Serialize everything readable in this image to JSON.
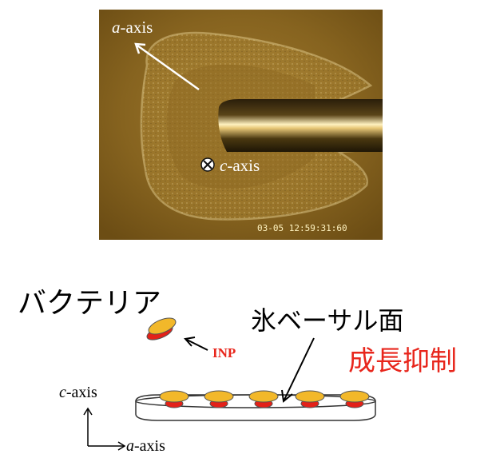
{
  "photo": {
    "a_axis_label": {
      "italic": "a",
      "rest": "-axis"
    },
    "c_axis_label": {
      "italic": "c",
      "rest": "-axis"
    },
    "c_axis_symbol": "⊗",
    "timestamp": "03-05 12:59:31:60"
  },
  "diagram": {
    "bacteria_label": "バクテリア",
    "ice_basal_label": "氷ベーサル面",
    "growth_inhibition_label": "成長抑制",
    "inp_label": "INP",
    "axis_c_label": {
      "italic": "c",
      "rest": "-axis"
    },
    "axis_a_label": {
      "italic": "a",
      "rest": "-axis"
    }
  },
  "colors": {
    "photo_background": "#7a5a1c",
    "highlight_red": "#e8261c",
    "inp_yellow": "#f2b82a",
    "inp_red": "#e32119"
  }
}
